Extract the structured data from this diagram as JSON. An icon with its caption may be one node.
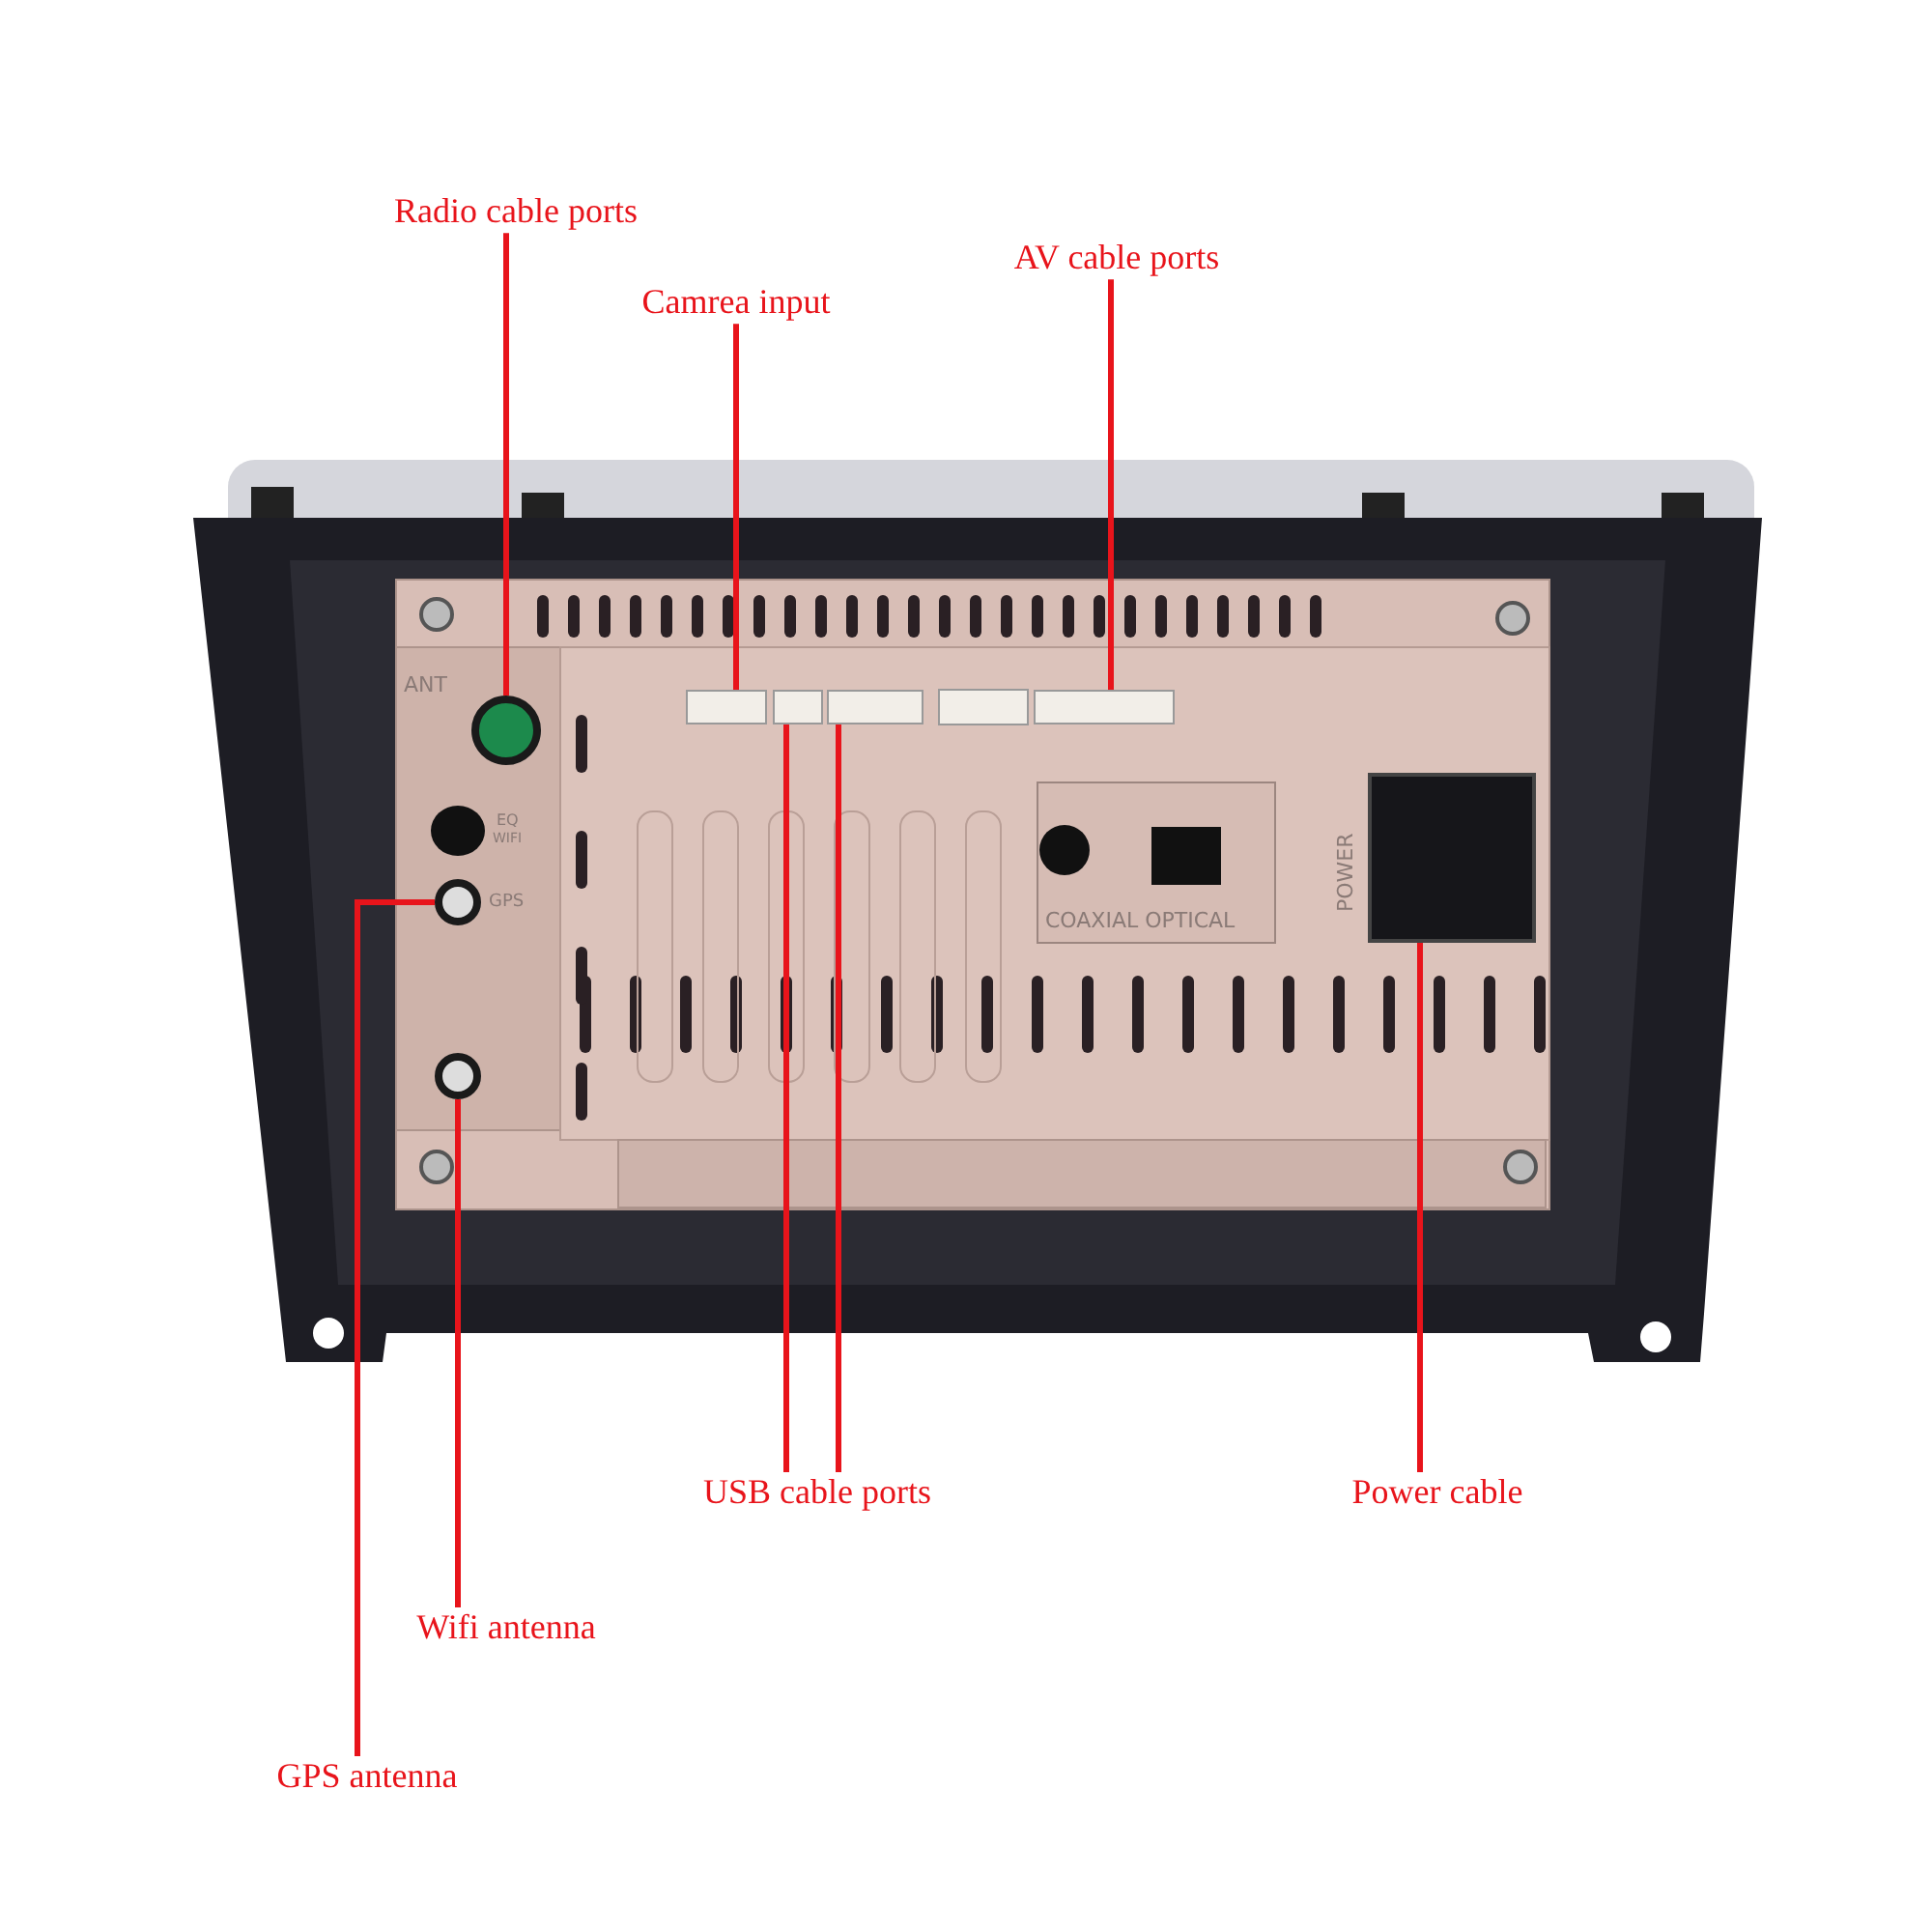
{
  "diagram": {
    "nodes": [
      {
        "text": [
          "Radio cable ports"
        ]
      },
      {
        "text": [
          "Camrea input"
        ]
      },
      {
        "text": [
          "AV cable ports"
        ]
      },
      {
        "text": [
          "USB cable ports"
        ]
      },
      {
        "text": [
          "Power cable"
        ]
      },
      {
        "text": [
          "Wifi antenna"
        ]
      },
      {
        "text": [
          "GPS antenna"
        ]
      },
      {
        "text": [],
        "shape": "circle"
      },
      {
        "text": [],
        "shape": "box"
      },
      {
        "text": [],
        "shape": "box"
      },
      {
        "text": [],
        "shape": "box"
      },
      {
        "text": [],
        "shape": "box"
      },
      {
        "text": [],
        "shape": "box"
      },
      {
        "text": [],
        "shape": "circle"
      },
      {
        "text": [],
        "shape": "circle"
      }
    ],
    "edges": [
      {
        "from": 0,
        "to": 7,
        "arrow": "none"
      },
      {
        "from": 1,
        "to": 8,
        "arrow": "none"
      },
      {
        "from": 2,
        "to": 11,
        "arrow": "none"
      },
      {
        "from": 3,
        "to": 9,
        "arrow": "none"
      },
      {
        "from": 3,
        "to": 10,
        "arrow": "none"
      },
      {
        "from": 4,
        "to": 12,
        "arrow": "none"
      },
      {
        "from": 5,
        "to": 14,
        "arrow": "none"
      },
      {
        "from": 6,
        "to": 13,
        "arrow": "none"
      }
    ],
    "labels": [
      "ANT",
      "EQ",
      "WIFI",
      "GPS",
      "COAXIAL OPTICAL",
      "POWER"
    ]
  }
}
